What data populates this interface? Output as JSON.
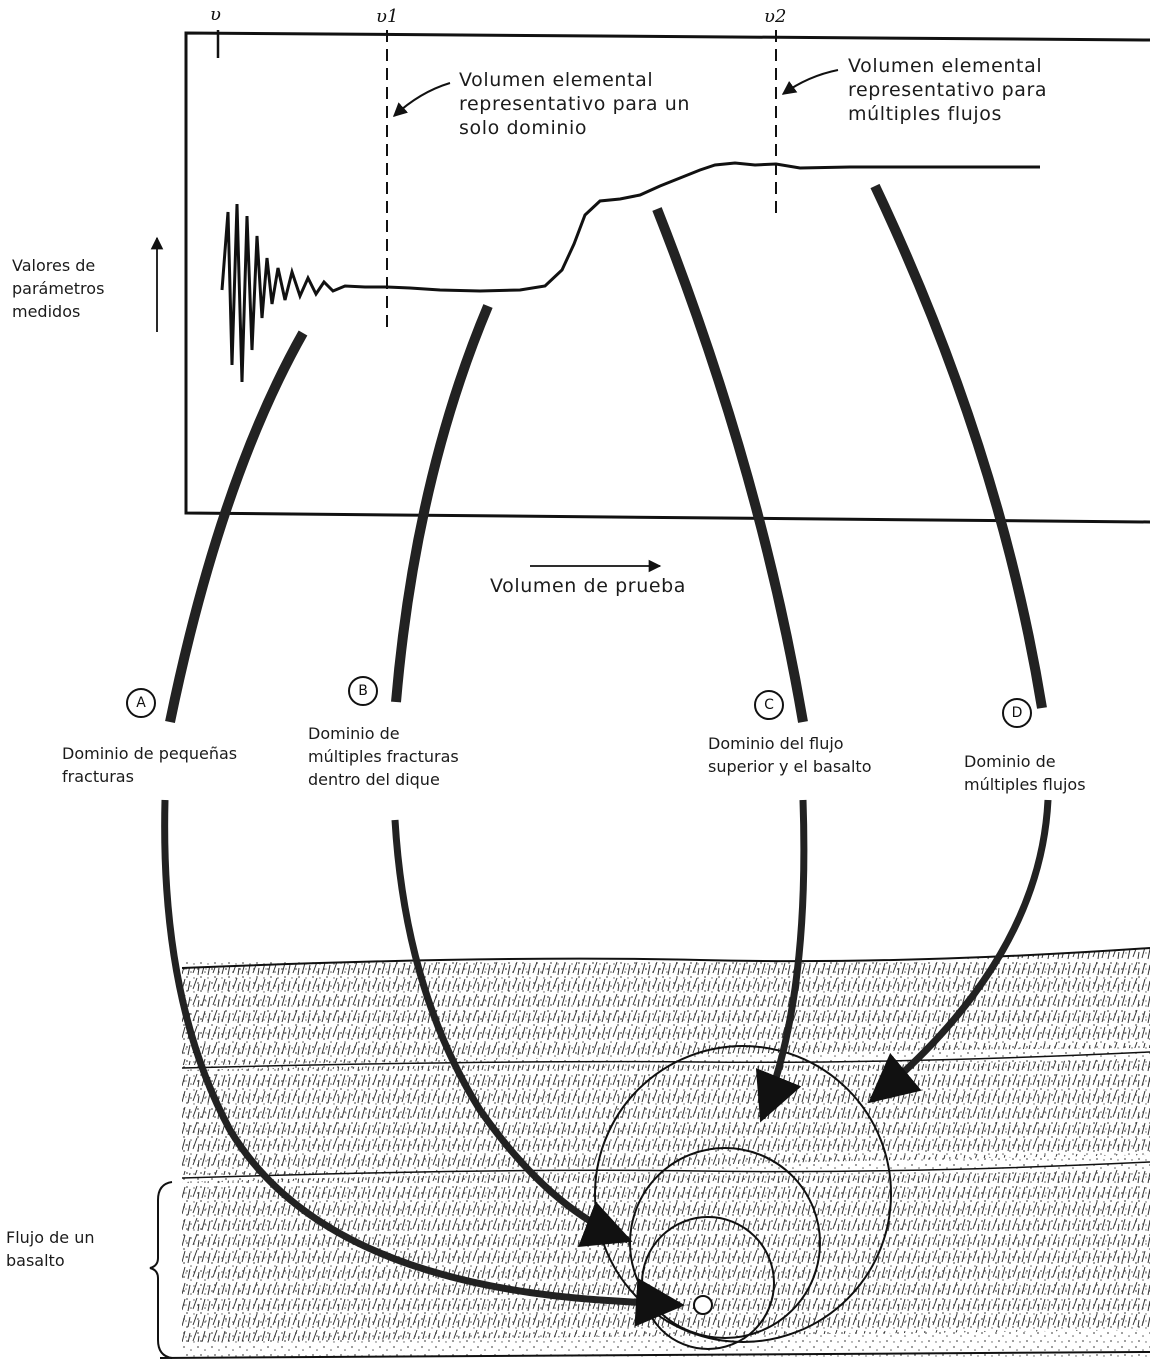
{
  "axis": {
    "y_label": "Valores de\nparámetros\nmedidos",
    "x_label": "Volumen de prueba",
    "tick_v": "υ",
    "tick_v1": "υ1",
    "tick_v2": "υ2"
  },
  "annotations": {
    "rev_single": "Volumen elemental\nrepresentativo para un\nsolo dominio",
    "rev_multi": "Volumen elemental\nrepresentativo para\nmúltiples flujos"
  },
  "domains": [
    {
      "letter": "A",
      "label": "Dominio de pequeñas\nfracturas"
    },
    {
      "letter": "B",
      "label": "Dominio de\nmúltiples fracturas\ndentro del dique"
    },
    {
      "letter": "C",
      "label": "Dominio del flujo\nsuperior y el basalto"
    },
    {
      "letter": "D",
      "label": "Dominio de\nmúltiples flujos"
    }
  ],
  "basalt_label": "Flujo de un\nbasalto"
}
